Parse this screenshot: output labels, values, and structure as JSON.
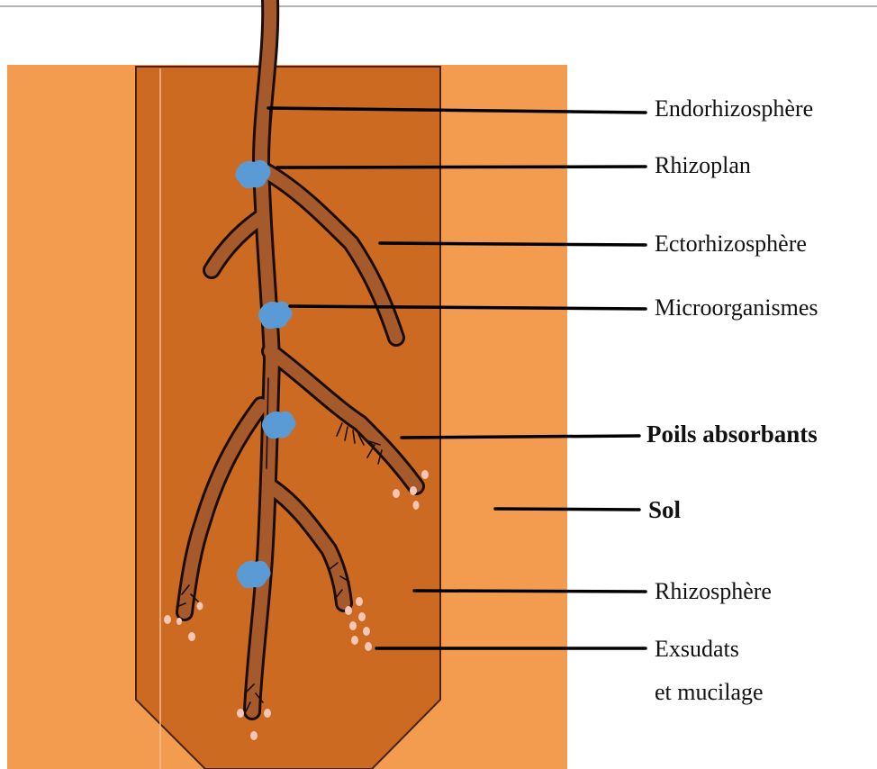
{
  "labels": {
    "endorhizosphere": "Endorhizosphère",
    "rhizoplan": "Rhizoplan",
    "ectorhizosphere": "Ectorhizosphère",
    "microorganismes": "Microorganismes",
    "poils_absorbants": "Poils absorbants",
    "sol": "Sol",
    "rhizosphere": "Rhizosphère",
    "exsudats_line1": "Exsudats",
    "exsudats_line2": "et mucilage"
  },
  "colors": {
    "soil": "#f39b4f",
    "rhizosphere": "#cd6a21",
    "root": "#a65a2c",
    "root_outline": "#1a0d06",
    "microorganism": "#5b9bd5",
    "exudate": "#f7c6b4"
  }
}
